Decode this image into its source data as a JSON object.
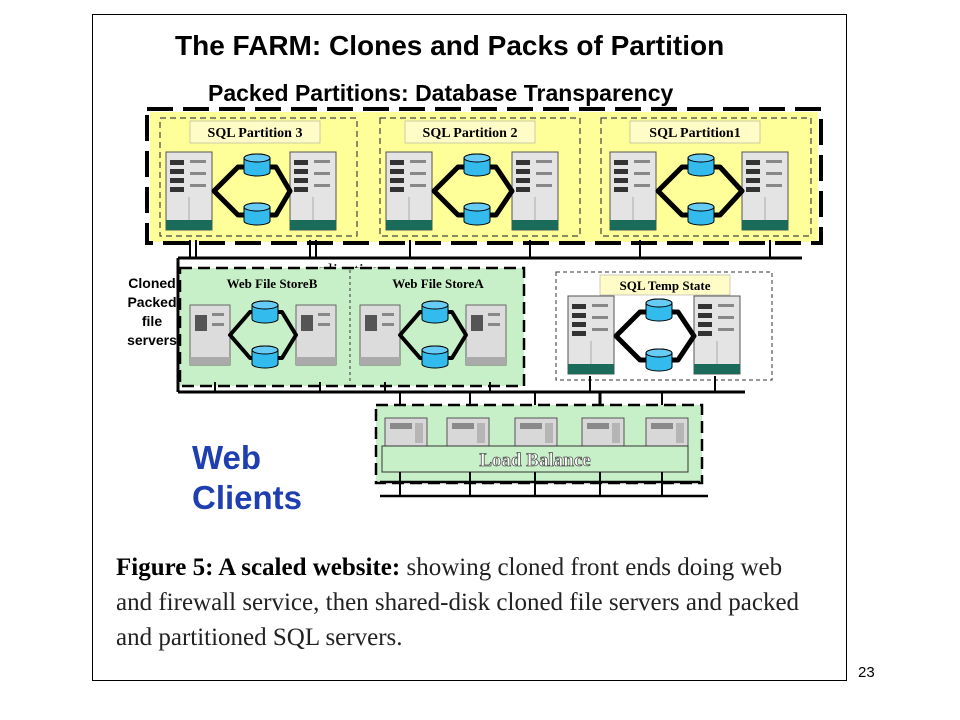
{
  "slide": {
    "title": "The FARM: Clones and Packs of Partition",
    "subtitle": "Packed Partitions: Database Transparency",
    "page_number": "23"
  },
  "diagram": {
    "sql_partitions": [
      "SQL Partition 3",
      "SQL Partition 2",
      "SQL Partition1"
    ],
    "replication_label": "replication",
    "cloned_label_lines": [
      "Cloned",
      "Packed",
      "file",
      "servers"
    ],
    "web_file_stores": [
      "Web File StoreB",
      "Web File StoreA"
    ],
    "sql_temp_state": "SQL Temp State",
    "load_balance": "Load Balance",
    "web_clients_lines": [
      "Web",
      "Clients"
    ]
  },
  "caption": {
    "bold": "Figure 5: A scaled website:",
    "text": " showing cloned front ends doing web and firewall service, then shared-disk cloned file servers and packed and partitioned SQL servers."
  },
  "colors": {
    "yellow_fill": "#ffff99",
    "green_fill": "#c8f0c8",
    "label_fill": "#fffcc8",
    "db_blue": "#33bbee",
    "web_clients_blue": "#1f3fb0"
  }
}
